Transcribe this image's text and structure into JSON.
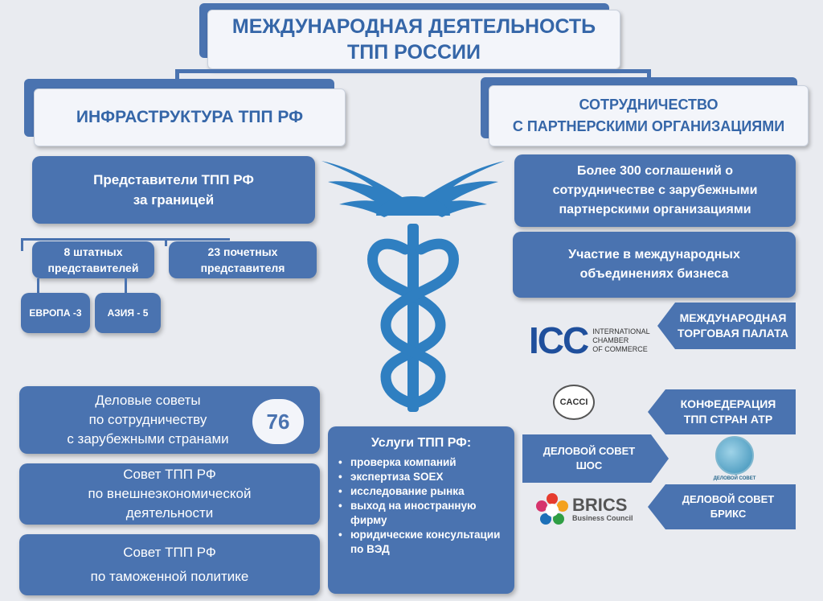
{
  "title": {
    "line1": "МЕЖДУНАРОДНАЯ ДЕЯТЕЛЬНОСТЬ",
    "line2": "ТПП РОССИИ"
  },
  "left_header": "ИНФРАСТРУКТУРА ТПП РФ",
  "right_header": {
    "line1": "СОТРУДНИЧЕСТВО",
    "line2": "С ПАРТНЕРСКИМИ ОРГАНИЗАЦИЯМИ"
  },
  "representatives": {
    "line1": "Представители ТПП РФ",
    "line2": "за границей"
  },
  "staff_reps": {
    "line1": "8 штатных",
    "line2": "представителей"
  },
  "honorary_reps": {
    "line1": "23 почетных",
    "line2": "представителя"
  },
  "europe": "ЕВРОПА -3",
  "asia": "АЗИЯ - 5",
  "business_councils": {
    "line1": "Деловые советы",
    "line2": "по сотрудничеству",
    "line3": "с зарубежными странами",
    "count": "76"
  },
  "foreign_econ_council": {
    "line1": "Совет ТПП РФ",
    "line2": "по внешнеэкономической",
    "line3": "деятельности"
  },
  "customs_council": {
    "line1": "Совет ТПП РФ",
    "line2": "по таможенной политике"
  },
  "services": {
    "title": "Услуги ТПП РФ:",
    "items": [
      "проверка компаний",
      "экспертиза SOEX",
      "исследование рынка",
      "выход на иностранную фирму",
      "юридические консультации по ВЭД"
    ]
  },
  "agreements": {
    "line1": "Более 300 соглашений о",
    "line2": "сотрудничестве с зарубежными",
    "line3": "партнерскими организациями"
  },
  "associations": {
    "line1": "Участие в международных",
    "line2": "объединениях бизнеса"
  },
  "icc": {
    "logo": "ICC",
    "text1": "INTERNATIONAL",
    "text2": "CHAMBER",
    "text3": "OF COMMERCE",
    "label1": "МЕЖДУНАРОДНАЯ",
    "label2": "ТОРГОВАЯ ПАЛАТА"
  },
  "cacci": {
    "logo": "CACCI",
    "label1": "КОНФЕДЕРАЦИЯ",
    "label2": "ТПП СТРАН АТР"
  },
  "sco": {
    "label1": "ДЕЛОВОЙ СОВЕТ",
    "label2": "ШОС",
    "logo_text": "ДЕЛОВОЙ СОВЕТ"
  },
  "brics": {
    "logo1": "BRICS",
    "logo2": "Business Council",
    "label1": "ДЕЛОВОЙ СОВЕТ",
    "label2": "БРИКС"
  },
  "colors": {
    "accent": "#4a73b0",
    "title_text": "#3566a8",
    "background": "#e9ebf0",
    "emblem": "#2f7fc1"
  },
  "icons": {
    "emblem": "caduceus-icon"
  }
}
